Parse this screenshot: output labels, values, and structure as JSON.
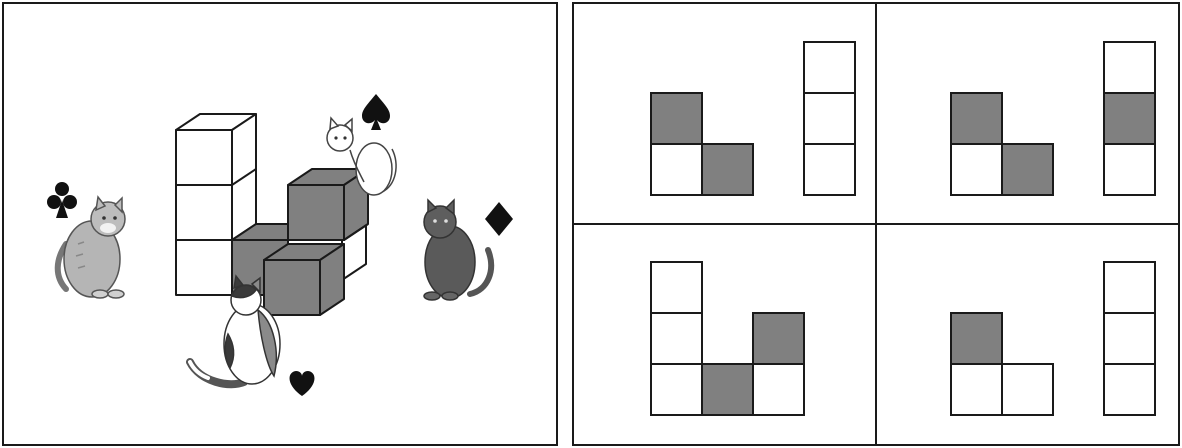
{
  "scene": {
    "suits": {
      "club": "club-suit",
      "spade": "spade-suit",
      "diamond": "diamond-suit",
      "heart": "heart-suit"
    },
    "cats": [
      "tabby-cat",
      "white-cat",
      "black-cat",
      "calico-cat"
    ]
  },
  "colors": {
    "shaded": "#808080",
    "empty": "#ffffff",
    "outline": "#1a1a1a"
  },
  "options": [
    {
      "cells": [
        {
          "col": 3,
          "row": 0,
          "fill": false
        },
        {
          "col": 0,
          "row": 1,
          "fill": true
        },
        {
          "col": 3,
          "row": 1,
          "fill": false
        },
        {
          "col": 0,
          "row": 2,
          "fill": false
        },
        {
          "col": 1,
          "row": 2,
          "fill": true
        },
        {
          "col": 3,
          "row": 2,
          "fill": false
        }
      ]
    },
    {
      "cells": [
        {
          "col": 3,
          "row": 0,
          "fill": false
        },
        {
          "col": 0,
          "row": 1,
          "fill": true
        },
        {
          "col": 3,
          "row": 1,
          "fill": true
        },
        {
          "col": 0,
          "row": 2,
          "fill": false
        },
        {
          "col": 1,
          "row": 2,
          "fill": true
        },
        {
          "col": 3,
          "row": 2,
          "fill": false
        }
      ]
    },
    {
      "cells": [
        {
          "col": 0,
          "row": 0,
          "fill": false
        },
        {
          "col": 0,
          "row": 1,
          "fill": false
        },
        {
          "col": 2,
          "row": 1,
          "fill": true
        },
        {
          "col": 0,
          "row": 2,
          "fill": false
        },
        {
          "col": 1,
          "row": 2,
          "fill": true
        },
        {
          "col": 2,
          "row": 2,
          "fill": false
        }
      ]
    },
    {
      "cells": [
        {
          "col": 3,
          "row": 0,
          "fill": false
        },
        {
          "col": 0,
          "row": 1,
          "fill": true
        },
        {
          "col": 3,
          "row": 1,
          "fill": false
        },
        {
          "col": 0,
          "row": 2,
          "fill": false
        },
        {
          "col": 1,
          "row": 2,
          "fill": false
        },
        {
          "col": 3,
          "row": 2,
          "fill": false
        }
      ]
    }
  ]
}
